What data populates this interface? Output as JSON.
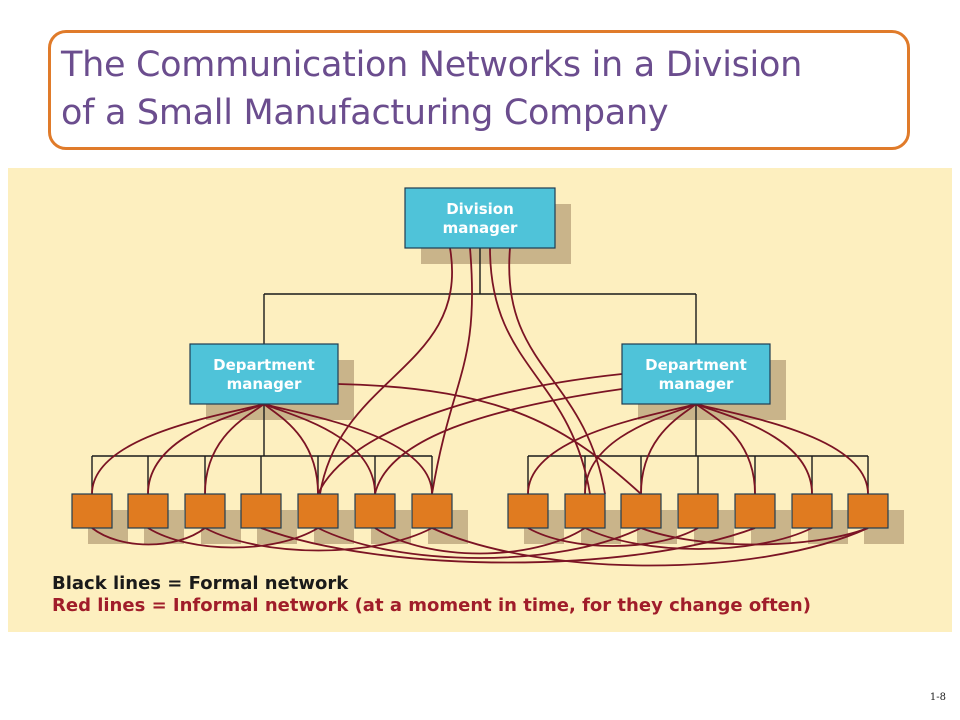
{
  "title": {
    "line1": "The Communication Networks in a Division",
    "line2": "of a Small Manufacturing Company"
  },
  "diagram": {
    "division_manager": [
      "Division",
      "manager"
    ],
    "department_managers": [
      [
        "Department",
        "manager"
      ],
      [
        "Department",
        "manager"
      ]
    ],
    "left_employee_count": 7,
    "right_employee_count": 7,
    "colors": {
      "background": "#fdefbf",
      "manager_box": "#4fc3d9",
      "employee_box": "#e07b20",
      "formal_line": "#1a1a1a",
      "informal_line": "#7b1424",
      "shadow": "#c9b48a",
      "title_text": "#6b4d8e",
      "title_border": "#e07b2a"
    }
  },
  "legend": {
    "formal": "Black lines = Formal network",
    "informal": "Red lines = Informal network (at a moment in time, for they change often)"
  },
  "slide_number": "1-8"
}
